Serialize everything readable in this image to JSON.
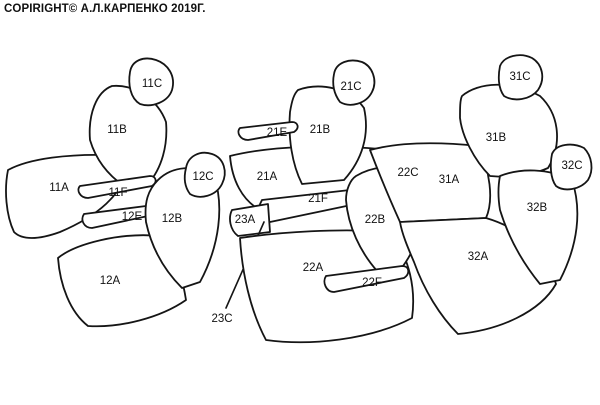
{
  "copyright": "COPIRIGHT© А.Л.КАРПЕНКО 2019Г.",
  "parts": {
    "p11C": "11C",
    "p11B": "11B",
    "p11A": "11A",
    "p11F": "11F",
    "p12C": "12C",
    "p12E": "12E",
    "p12B": "12B",
    "p12A": "12A",
    "p21C": "21C",
    "p21E": "21E",
    "p21B": "21B",
    "p21A": "21A",
    "p21F": "21F",
    "p23A": "23A",
    "p23C": "23C",
    "p22C": "22C",
    "p22B": "22B",
    "p22A": "22A",
    "p22F": "22F",
    "p31C": "31C",
    "p31B": "31B",
    "p31A": "31A",
    "p32C": "32C",
    "p32B": "32B",
    "p32A": "32A"
  }
}
